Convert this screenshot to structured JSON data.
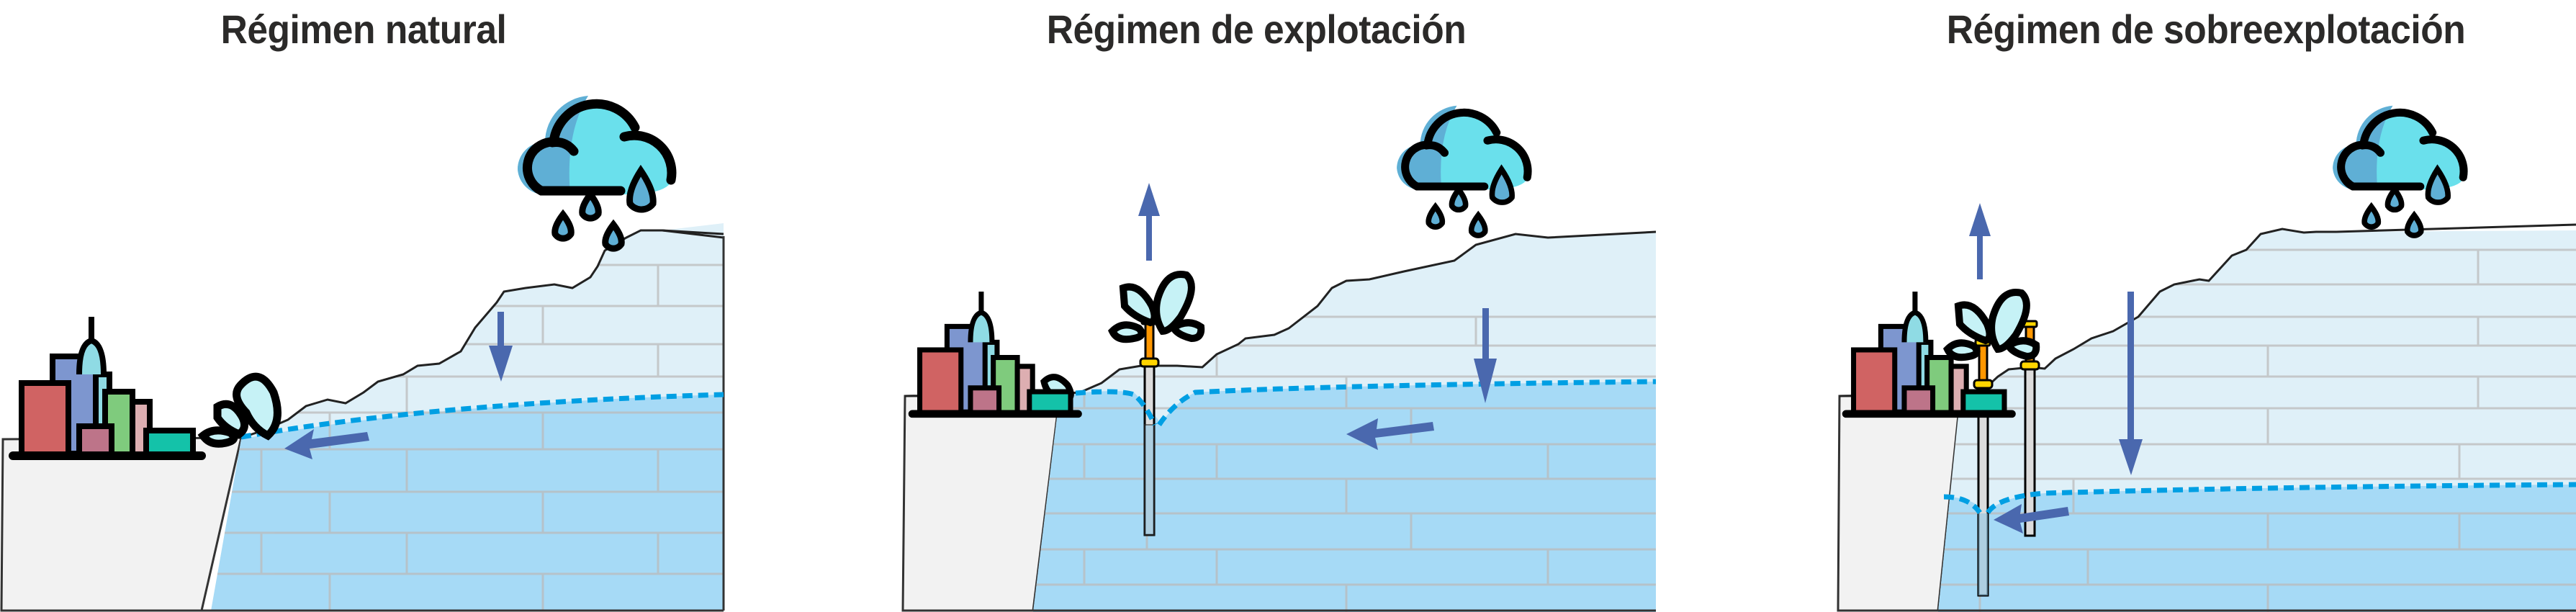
{
  "figure": {
    "panels": [
      {
        "id": "natural",
        "title": "Régimen natural",
        "wells": 0,
        "water_table": "high, discharges as spring near city",
        "arrows": [
          "recharge-down",
          "groundwater-flow-left"
        ]
      },
      {
        "id": "explotacion",
        "title": "Régimen de explotación",
        "wells": 1,
        "water_table": "cone of depression around pumping well",
        "arrows": [
          "pumping-up",
          "recharge-down",
          "groundwater-flow-left"
        ]
      },
      {
        "id": "sobreexplotacion",
        "title": "Régimen de sobreexplotación",
        "wells": 2,
        "water_table": "very low, one well dry",
        "arrows": [
          "pumping-up",
          "recharge-down-long",
          "groundwater-flow-left"
        ]
      }
    ],
    "icons": [
      "rain-cloud-icon",
      "city-icon",
      "water-splash-icon",
      "well-pipe-icon"
    ],
    "colors": {
      "title": "#2b2a29",
      "arrow": "#4a68ae",
      "saturated_zone": "#a6daf6",
      "unsaturated_zone": "#dff0f8",
      "bedrock": "#f2f2f2",
      "water_table_line": "#009fe3",
      "cloud_light": "#6ae0ec",
      "cloud_dark": "#5fafd5",
      "pipe_orange": "#ff9700",
      "pipe_cap": "#ffd500",
      "pipe_gray": "#dcdcdc",
      "brick_line": "#bbbbbb"
    }
  }
}
